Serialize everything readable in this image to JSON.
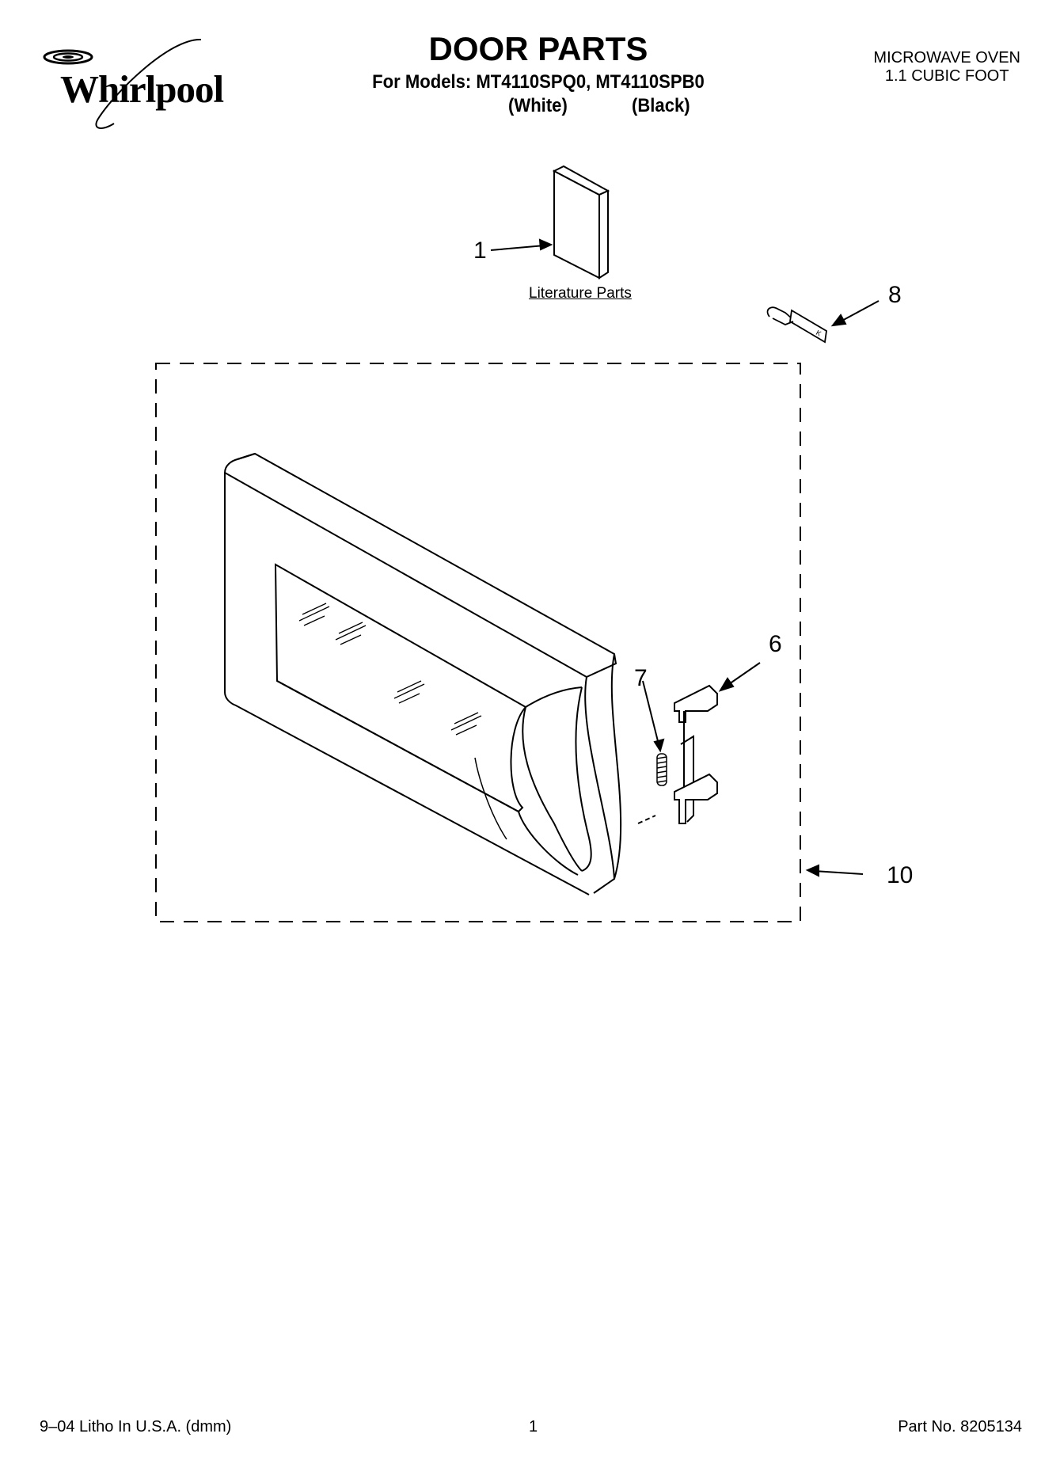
{
  "brand": {
    "name": "Whirlpool"
  },
  "header": {
    "title": "DOOR PARTS",
    "models_line": "For Models: MT4110SPQ0, MT4110SPB0",
    "variant_white": "(White)",
    "variant_black": "(Black)"
  },
  "product": {
    "line1": "MICROWAVE OVEN",
    "line2": "1.1 CUBIC FOOT"
  },
  "diagram": {
    "literature_label": "Literature Parts",
    "callouts": {
      "c1": "1",
      "c6": "6",
      "c7": "7",
      "c8": "8",
      "c10": "10"
    }
  },
  "footer": {
    "left": "9–04 Litho In U.S.A. (dmm)",
    "center": "1",
    "right": "Part No. 8205134"
  }
}
